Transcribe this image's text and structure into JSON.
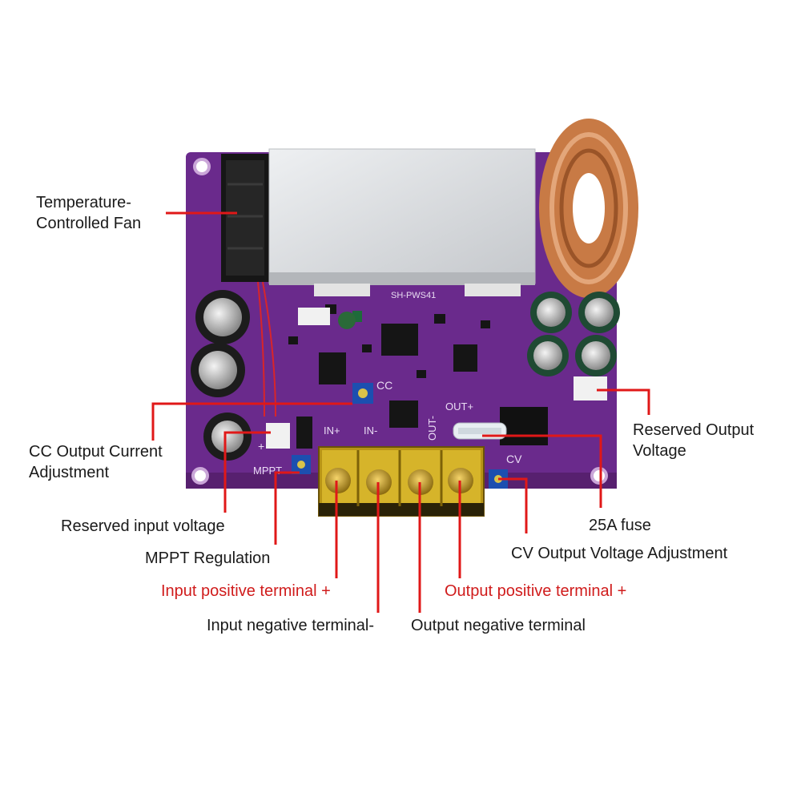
{
  "board": {
    "model_silk": "SH-PWS41",
    "silk_cc": "CC",
    "silk_cv": "CV",
    "silk_mppt": "MPPT",
    "silk_in_plus": "IN+",
    "silk_in_minus": "IN-",
    "silk_out_plus": "OUT+",
    "silk_out_minus": "OUT-",
    "silk_plus": "+",
    "pcb_color": "#6a2a8c",
    "heatsink_color": "#d9dbde",
    "coil_color": "#c87a45",
    "terminal_color": "#c9a81f"
  },
  "annotations": {
    "fan": "Temperature-\nControlled Fan",
    "cc_adjust": "CC Output Current\nAdjustment",
    "reserved_input": "Reserved input voltage",
    "mppt": "MPPT Regulation",
    "input_positive": "Input positive terminal +",
    "input_negative": "Input negative terminal-",
    "output_negative": "Output negative terminal",
    "output_positive": "Output positive terminal +",
    "reserved_output": "Reserved Output\nVoltage",
    "fuse": "25A fuse",
    "cv_adjust": "CV Output Voltage Adjustment",
    "line_color": "#e01818",
    "highlight_color": "#d01c1c"
  }
}
